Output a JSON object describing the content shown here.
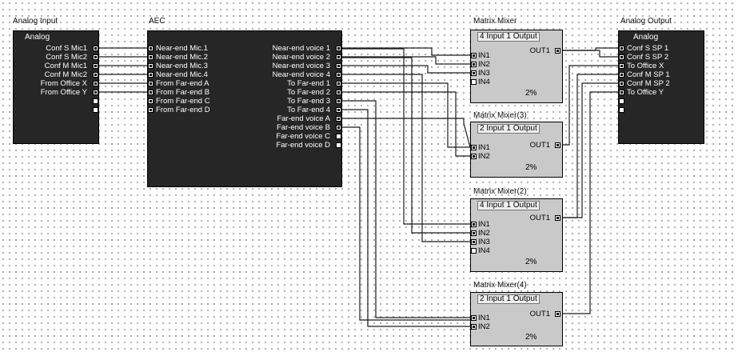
{
  "blocks": {
    "analog_input": {
      "title": "Analog Input",
      "header": "Analog",
      "outputs": [
        "Conf S Mic1",
        "Conf S Mic2",
        "Conf M Mic1",
        "Conf M Mic2",
        "From Office X",
        "From Office Y",
        "",
        ""
      ]
    },
    "aec": {
      "title": "AEC",
      "inputs": [
        "Near-end Mic.1",
        "Near-end Mic.2",
        "Near-end Mic.3",
        "Near-end Mic.4",
        "From Far-end A",
        "From Far-end B",
        "From Far-end C",
        "From Far-end D"
      ],
      "outputs": [
        "Near-end voice 1",
        "Near-end voice 2",
        "Near-end voice 3",
        "Near-end voice 4",
        "To Far-end 1",
        "To Far-end 2",
        "To Far-end 3",
        "To Far-end 4",
        "Far-end voice A",
        "Far-end voice B",
        "Far-end voice C",
        "Far-end voice D"
      ]
    },
    "mixers": [
      {
        "title": "Matrix Mixer",
        "header": "4 Input 1 Output",
        "inputs": [
          "IN1",
          "IN2",
          "IN3",
          "IN4"
        ],
        "output": "OUT1",
        "value": "2%"
      },
      {
        "title": "Matrix Mixer(3)",
        "header": "2 Input 1 Output",
        "inputs": [
          "IN1",
          "IN2"
        ],
        "output": "OUT1",
        "value": "2%"
      },
      {
        "title": "Matrix Mixer(2)",
        "header": "4 Input 1 Output",
        "inputs": [
          "IN1",
          "IN2",
          "IN3",
          "IN4"
        ],
        "output": "OUT1",
        "value": "2%"
      },
      {
        "title": "Matrix Mixer(4)",
        "header": "2 Input 1 Output",
        "inputs": [
          "IN1",
          "IN2"
        ],
        "output": "OUT1",
        "value": "2%"
      }
    ],
    "analog_output": {
      "title": "Analog Output",
      "header": "Analog",
      "inputs": [
        "Conf S SP 1",
        "Conf S SP 2",
        "To Office X",
        "Conf M SP 1",
        "Conf M SP 2",
        "To Office Y",
        "",
        ""
      ]
    }
  }
}
